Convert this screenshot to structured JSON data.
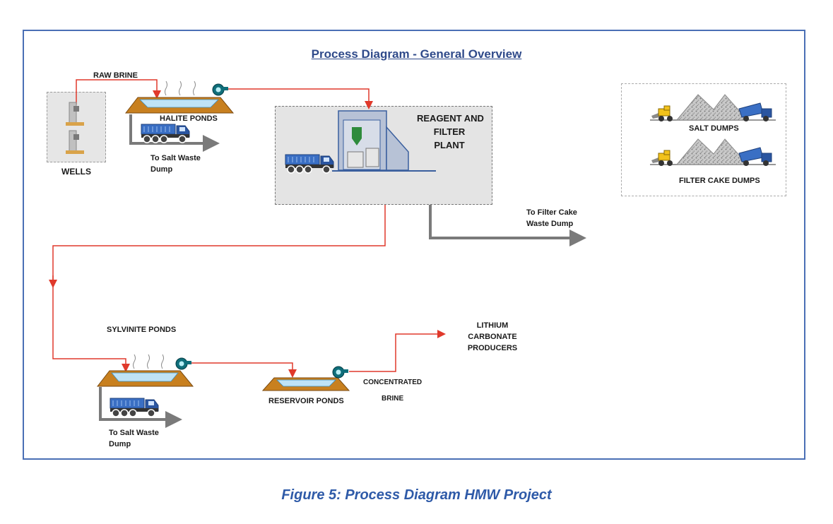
{
  "diagram": {
    "title": "Process Diagram - General Overview",
    "caption": "Figure 5: Process Diagram HMW Project",
    "labels": {
      "raw_brine": "RAW BRINE",
      "halite_ponds": "HALITE PONDS",
      "wells": "WELLS",
      "to_salt_waste_1": "To Salt Waste",
      "dump_1": "Dump",
      "reagent_plant_1": "REAGENT AND",
      "reagent_plant_2": "FILTER",
      "reagent_plant_3": "PLANT",
      "salt_dumps": "SALT DUMPS",
      "filter_cake_dumps": "FILTER CAKE DUMPS",
      "to_filter_cake_1": "To Filter Cake",
      "to_filter_cake_2": "Waste Dump",
      "sylvinite_ponds": "SYLVINITE PONDS",
      "lithium_1": "LITHIUM",
      "lithium_2": "CARBONATE",
      "lithium_3": "PRODUCERS",
      "concentrated": "CONCENTRATED",
      "brine": "BRINE",
      "reservoir_ponds": "RESERVOIR PONDS",
      "to_salt_waste_2": "To Salt Waste",
      "dump_2": "Dump"
    },
    "colors": {
      "brine_flow": "#e0392b",
      "waste_flow": "#7a7a7a",
      "pond_earth": "#c8801f",
      "pond_water": "#bfe3f5",
      "truck_blue": "#3a6fc4",
      "title_blue": "#2f4a8a",
      "frame_blue": "#4a6fb5"
    },
    "icons": [
      "pump-icon",
      "truck-icon",
      "loader-icon",
      "well-icon",
      "pile-icon",
      "plant-icon"
    ]
  }
}
